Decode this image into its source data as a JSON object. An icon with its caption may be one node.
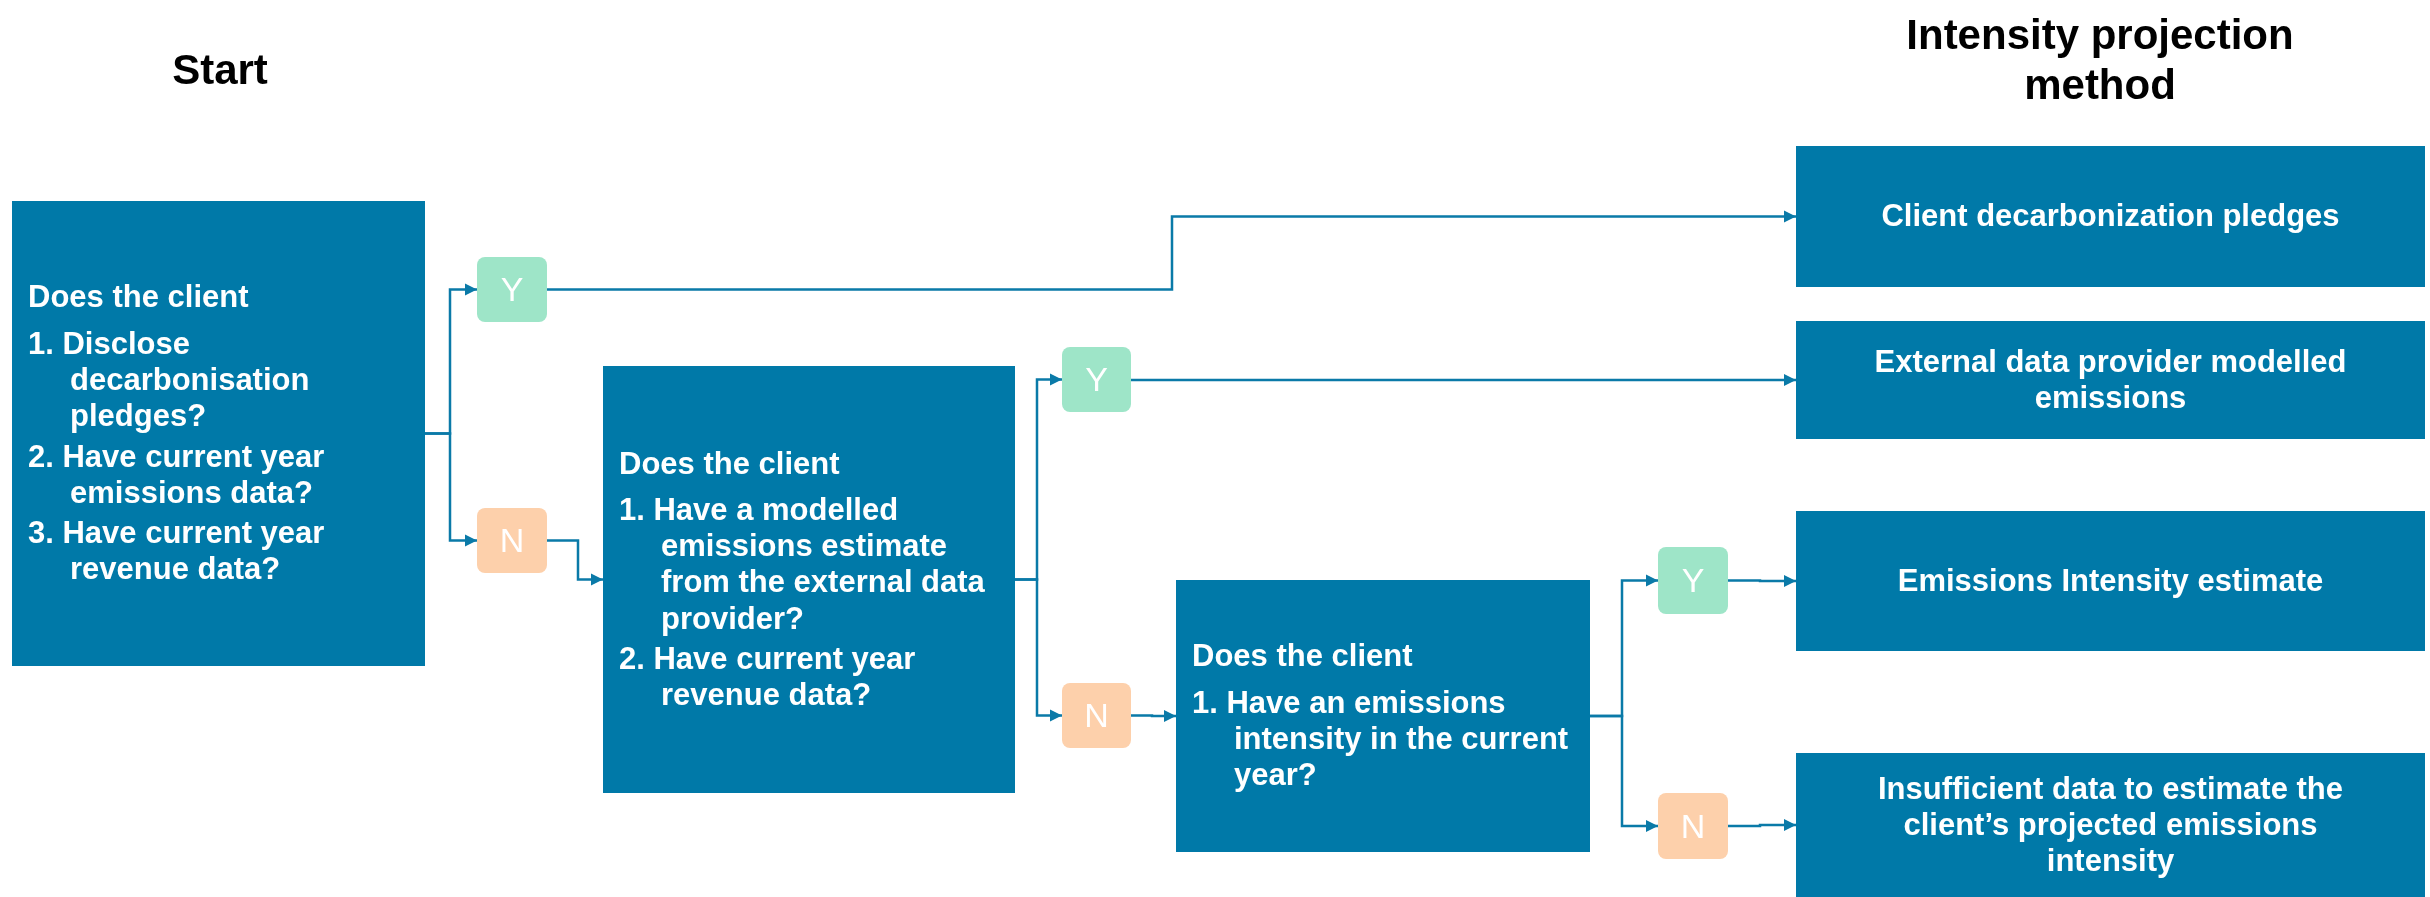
{
  "diagram": {
    "nodes": [
      {
        "text": [
          "Does the client",
          "1. Disclose decarbonisation pledges?",
          "2. Have current year emissions data?",
          "3. Have current year revenue data?"
        ]
      },
      {
        "text": [
          "Y"
        ]
      },
      {
        "text": [
          "N"
        ]
      },
      {
        "text": [
          "Does the client",
          "1. Have a modelled emissions estimate from the external data provider?",
          "2. Have current year revenue data?"
        ]
      },
      {
        "text": [
          "Y"
        ]
      },
      {
        "text": [
          "N"
        ]
      },
      {
        "text": [
          "Does the client",
          "1. Have an emissions intensity in the current year?"
        ]
      },
      {
        "text": [
          "Y"
        ]
      },
      {
        "text": [
          "N"
        ]
      },
      {
        "text": [
          "Client decarbonization pledges"
        ]
      },
      {
        "text": [
          "External data provider modelled emissions"
        ]
      },
      {
        "text": [
          "Emissions Intensity estimate"
        ]
      },
      {
        "text": [
          "Insufficient data to estimate the client’s projected emissions intensity"
        ]
      }
    ],
    "edges": [
      {
        "from": 0,
        "to": 1,
        "arrow": "to"
      },
      {
        "from": 0,
        "to": 2,
        "arrow": "to"
      },
      {
        "from": 1,
        "to": 9,
        "arrow": "to"
      },
      {
        "from": 2,
        "to": 3,
        "arrow": "to"
      },
      {
        "from": 3,
        "to": 4,
        "arrow": "to"
      },
      {
        "from": 3,
        "to": 5,
        "arrow": "to"
      },
      {
        "from": 4,
        "to": 10,
        "arrow": "to"
      },
      {
        "from": 5,
        "to": 6,
        "arrow": "to"
      },
      {
        "from": 6,
        "to": 7,
        "arrow": "to"
      },
      {
        "from": 6,
        "to": 8,
        "arrow": "to"
      },
      {
        "from": 7,
        "to": 11,
        "arrow": "to"
      },
      {
        "from": 8,
        "to": 12,
        "arrow": "to"
      }
    ],
    "labels": [
      "Start",
      "Intensity projection method"
    ]
  }
}
